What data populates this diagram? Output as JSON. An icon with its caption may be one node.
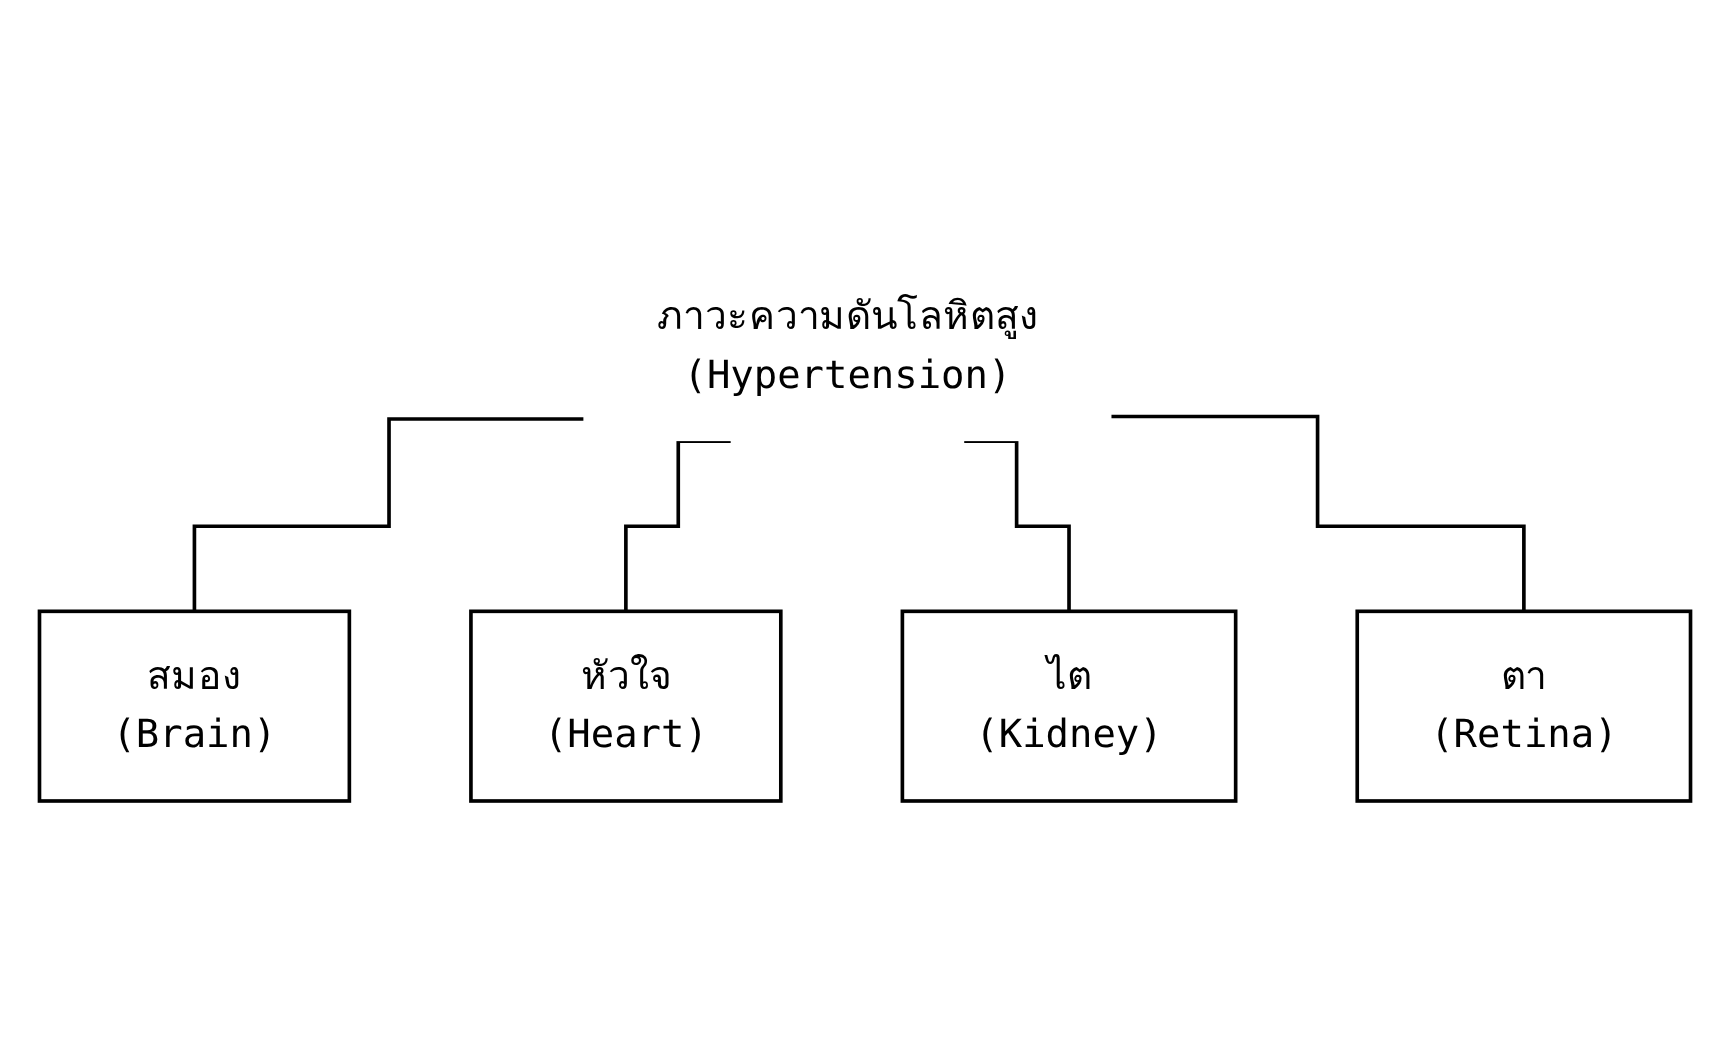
{
  "diagram": {
    "nodes": [
      {
        "text": [
          "ภาวะความดันโลหิตสูง",
          "(Hypertension)"
        ]
      },
      {
        "text": [
          "สมอง",
          "(Brain)"
        ]
      },
      {
        "text": [
          "หัวใจ",
          "(Heart)"
        ]
      },
      {
        "text": [
          "ไต",
          "(Kidney)"
        ]
      },
      {
        "text": [
          "ตา",
          "(Retina)"
        ]
      }
    ],
    "edges": [
      {
        "from": 0,
        "to": 1,
        "arrow": "none"
      },
      {
        "from": 0,
        "to": 2,
        "arrow": "none"
      },
      {
        "from": 0,
        "to": 3,
        "arrow": "none"
      },
      {
        "from": 0,
        "to": 4,
        "arrow": "none"
      }
    ]
  }
}
